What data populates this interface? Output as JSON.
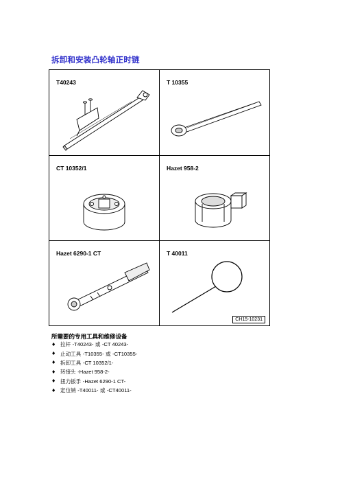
{
  "heading": "拆卸和安装凸轮轴正时链",
  "tools_table": {
    "cells": [
      {
        "label": "T40243"
      },
      {
        "label": "T 10355"
      },
      {
        "label": "CT 10352/1"
      },
      {
        "label": "Hazet 958-2"
      },
      {
        "label": "Hazet 6290-1 CT"
      },
      {
        "label": "T 40011"
      }
    ],
    "figure_id": "CH15-10231"
  },
  "equipment_title": "所需要的专用工具和维修设备",
  "equipment_list": [
    {
      "name": "拉杆",
      "code": "-T40243-",
      "or": "或",
      "alt": "-CT 40243-"
    },
    {
      "name": "止动工具",
      "code": "-T10355-",
      "or": "或",
      "alt": "-CT10355-"
    },
    {
      "name": "拆卸工具",
      "code": "-CT 10352/1-",
      "or": "",
      "alt": ""
    },
    {
      "name": "转接头",
      "code": "-Hazet 958-2-",
      "or": "",
      "alt": ""
    },
    {
      "name": "扭力扳手",
      "code": "-Hazet 6290-1 CT-",
      "or": "",
      "alt": ""
    },
    {
      "name": "定位销",
      "code": "-T40011-",
      "or": "或",
      "alt": "-CT40011-"
    }
  ],
  "icons": {
    "bullet": "diamond-bullet-icon"
  }
}
